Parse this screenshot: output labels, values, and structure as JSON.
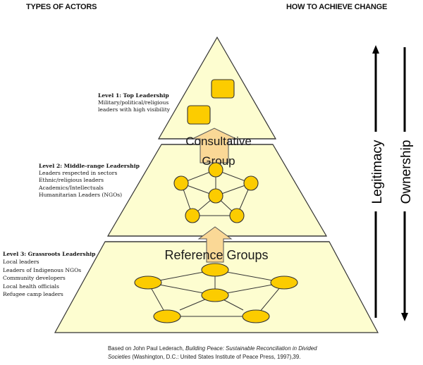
{
  "headers": {
    "left": "TYPES OF ACTORS",
    "right": "HOW TO ACHIEVE CHANGE"
  },
  "levels": [
    {
      "title": "Level 1:  Top Leadership",
      "lines": [
        "Military/political/religious",
        "leaders with high visibility"
      ]
    },
    {
      "title": "Level 2:  Middle-range Leadership",
      "lines": [
        "Leaders respected in sectors",
        "Ethnic/religious leaders",
        "Academics/Intellectuals",
        "Humanitarian Leaders (NGOs)"
      ]
    },
    {
      "title": "Level 3: Grassroots Leadership",
      "lines": [
        "Local leaders",
        "Leaders of Indigenous NGOs",
        "Community developers",
        "Local health officials",
        "Refugee camp leaders"
      ]
    }
  ],
  "pyramid": {
    "group_labels": {
      "consultative_line1": "Consultative",
      "consultative_line2": "Group",
      "reference": "Reference Groups"
    }
  },
  "axes": {
    "up_label": "Legitimacy",
    "down_label": "Ownership"
  },
  "colors": {
    "pyramid_fill": "#fdfdd0",
    "node_fill": "#fccc00",
    "arrow_fill": "#fad896",
    "outline": "#333333"
  },
  "citation": {
    "prefix": "Based on John Paul Lederach, ",
    "title_italic_1": "Building Peace:  Sustainable Reconciliation in Divided",
    "title_italic_2": "Societies",
    "suffix": " (Washington, D.C.: United States Institute of Peace Press, 1997),39."
  }
}
